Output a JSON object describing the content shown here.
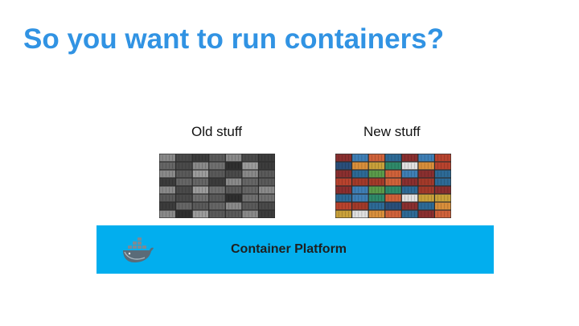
{
  "slide": {
    "title": "So you want to run containers?",
    "title_color": "#3193e3"
  },
  "columns": {
    "old_label": "Old stuff",
    "new_label": "New stuff"
  },
  "platform": {
    "label": "Container Platform",
    "color": "#02aeee",
    "icon": "docker-whale-icon"
  }
}
